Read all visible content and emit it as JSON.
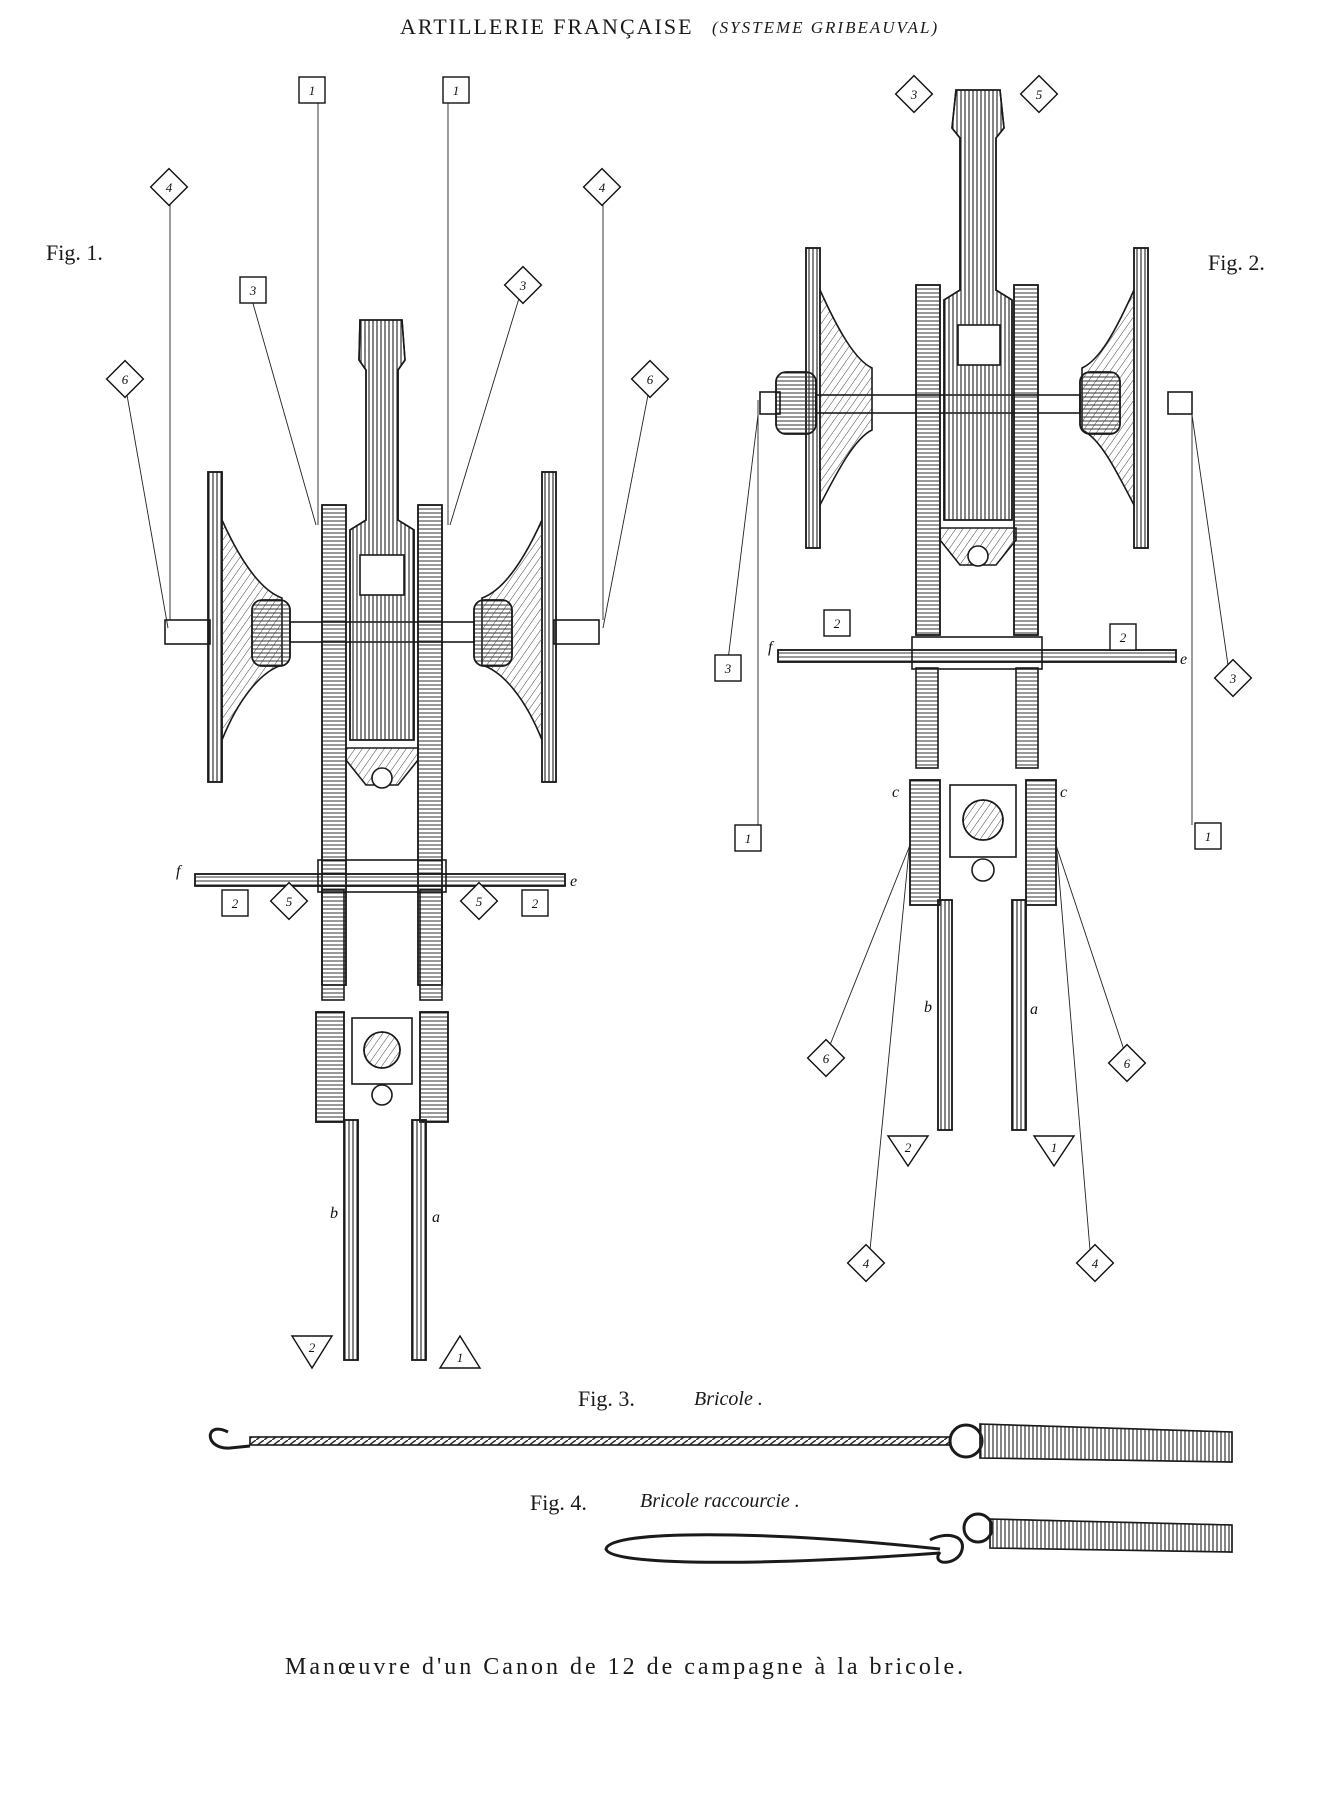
{
  "header": {
    "title": "ARTILLERIE FRANÇAISE",
    "subtitle": "(SYSTEME GRIBEAUVAL)"
  },
  "figures": {
    "fig1_label": "Fig. 1.",
    "fig2_label": "Fig. 2.",
    "fig3_label": "Fig. 3.",
    "fig3_caption": "Bricole .",
    "fig4_label": "Fig. 4.",
    "fig4_caption": "Bricole raccourcie ."
  },
  "caption": "Manœuvre d'un Canon de 12 de campagne à la bricole.",
  "fig1_markers": {
    "square_1_left": "1",
    "square_1_right": "1",
    "square_3_left": "3",
    "diamond_3_right": "3",
    "diamond_4_left": "4",
    "diamond_4_right": "4",
    "diamond_6_left": "6",
    "diamond_6_right": "6",
    "square_2_left": "2",
    "square_2_right": "2",
    "diamond_5_left": "5",
    "diamond_5_right": "5",
    "triangle_2": "2",
    "triangle_1": "1",
    "letter_f": "f",
    "letter_e": "e",
    "letter_b": "b",
    "letter_a": "a"
  },
  "fig2_markers": {
    "diamond_3_top": "3",
    "diamond_5_top": "5",
    "square_2_left": "2",
    "square_2_right": "2",
    "square_3_left": "3",
    "diamond_3_right": "3",
    "square_1_left": "1",
    "square_1_right": "1",
    "diamond_6_left": "6",
    "diamond_6_right": "6",
    "triangle_2": "2",
    "triangle_1": "1",
    "diamond_4_left": "4",
    "diamond_4_right": "4",
    "letter_f": "f",
    "letter_e": "e",
    "letter_c_left": "c",
    "letter_c_right": "c",
    "letter_b": "b",
    "letter_a": "a"
  },
  "colors": {
    "ink": "#1a1a1a",
    "paper": "#ffffff",
    "hatch": "#3a3a3a"
  }
}
